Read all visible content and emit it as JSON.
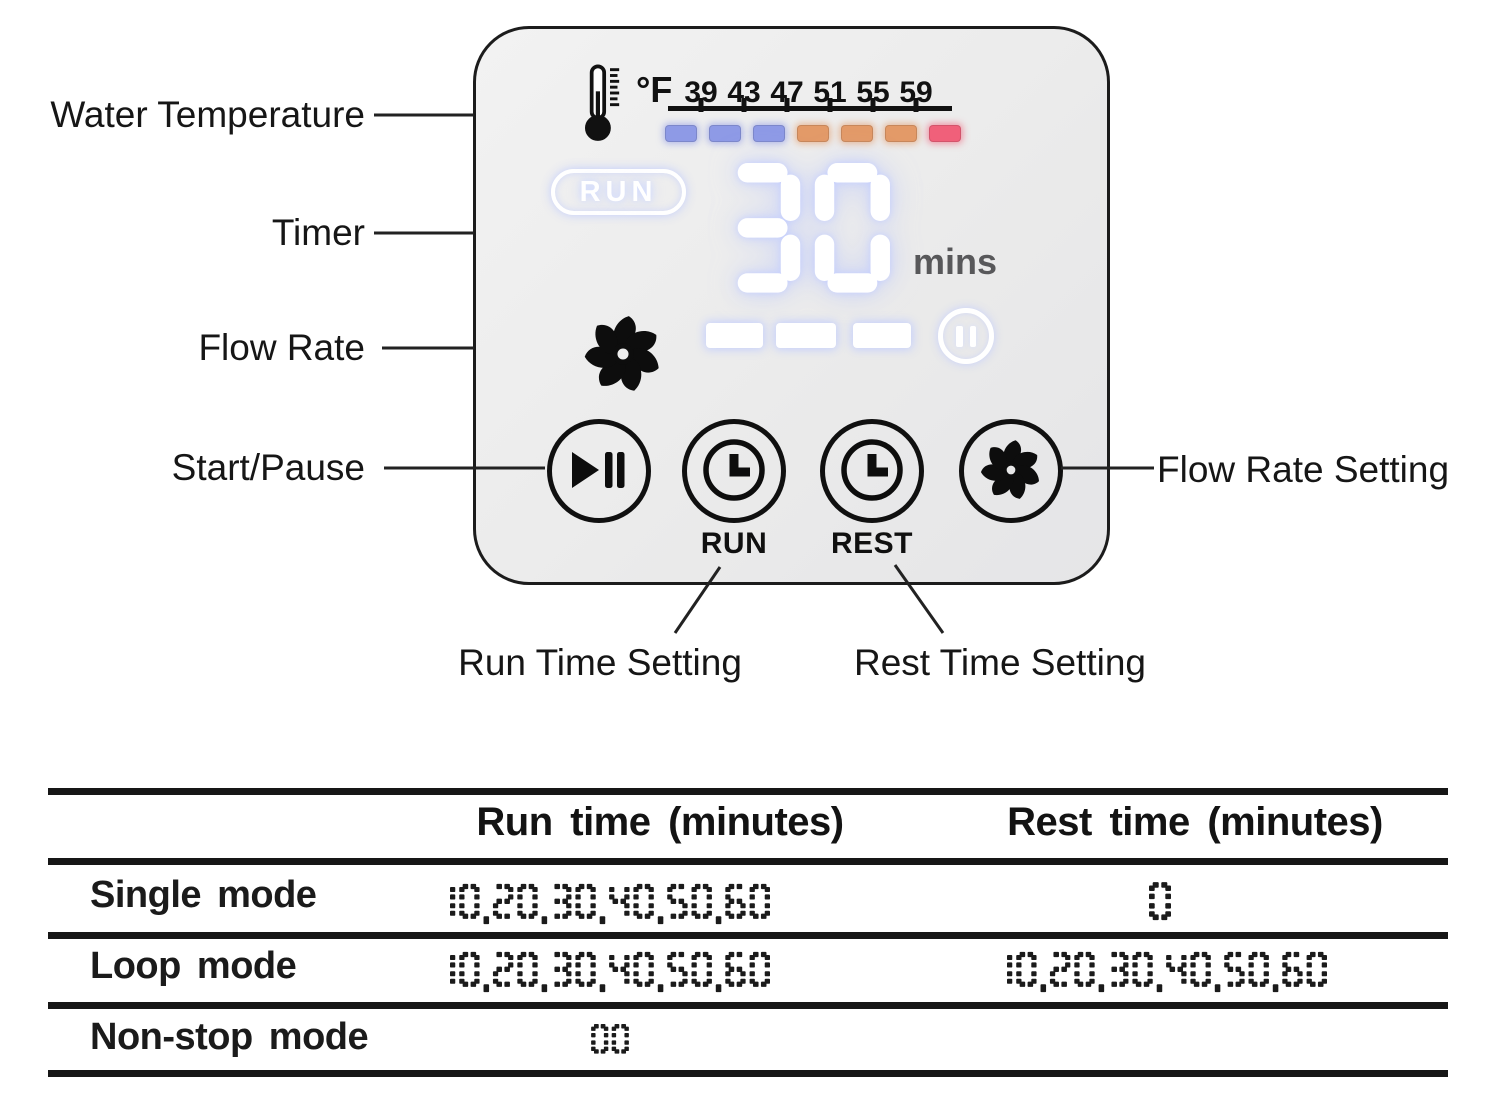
{
  "labels": {
    "water_temperature": "Water Temperature",
    "timer": "Timer",
    "flow_rate": "Flow Rate",
    "start_pause": "Start/Pause",
    "flow_rate_setting": "Flow Rate Setting",
    "run_time_setting": "Run Time Setting",
    "rest_time_setting": "Rest Time Setting"
  },
  "panel": {
    "temp_unit": "°F",
    "temp_ticks": [
      "39",
      "43",
      "47",
      "51",
      "55",
      "59"
    ],
    "temp_bar_colors": [
      "#8e9ae6",
      "#8e9ae6",
      "#8e9ae6",
      "#e39a68",
      "#e39a68",
      "#e39a68",
      "#f0607a"
    ],
    "run_badge": "RUN",
    "timer_value": "30",
    "timer_unit": "mins",
    "display_color": "#ffffff",
    "flow_segments": 3,
    "icons": {
      "thermometer": "thermometer-icon",
      "fan_indicator": "fan-icon",
      "pause_indicator": "pause-circle-icon",
      "start_pause_button": "play-pause-icon",
      "run_button": "clock-icon",
      "rest_button": "clock-icon",
      "flow_button": "fan-icon"
    },
    "buttons": {
      "run_label": "RUN",
      "rest_label": "REST"
    }
  },
  "table": {
    "headers": {
      "run": "Run time (minutes)",
      "rest": "Rest time (minutes)"
    },
    "rows": [
      {
        "mode": "Single mode",
        "run": "10,20,30,40,50,60",
        "rest": "0"
      },
      {
        "mode": "Loop mode",
        "run": "10,20,30,40,50,60",
        "rest": "10,20,30,40,50,60"
      },
      {
        "mode": "Non-stop mode",
        "run": "00",
        "rest": ""
      }
    ],
    "seg_color": "#1b1b1b"
  }
}
